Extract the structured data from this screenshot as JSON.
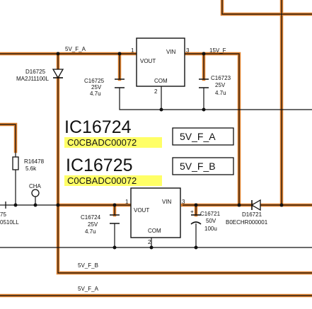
{
  "colors": {
    "wire": "#111111",
    "highlight": "#e0802c",
    "ic_code_bg": "#ffff66",
    "background": "#ffffff"
  },
  "nets": {
    "n1": "5V_F_A",
    "n2": "15V_F",
    "n3": "5V_F_B",
    "n4": "5V_F_A"
  },
  "regulator_top": {
    "vin": "VIN",
    "vout": "VOUT",
    "com": "COM",
    "p1": "1",
    "p2": "2",
    "p3": "3"
  },
  "regulator_bottom": {
    "vin": "VIN",
    "vout": "VOUT",
    "com": "COM",
    "p1": "1",
    "p2": "2",
    "p3": "3"
  },
  "d16725": {
    "ref": "D16725",
    "part": "MA2J11100L"
  },
  "c16725": {
    "ref": "C16725",
    "v": "25V",
    "c": "4.7u"
  },
  "c16723": {
    "ref": "C16723",
    "v": "25V",
    "c": "4.7u"
  },
  "c16724": {
    "ref": "C16724",
    "v": "25V",
    "c": "4.7u"
  },
  "c16721": {
    "ref": "C16721",
    "v": "50V",
    "c": "100u",
    "plus": "+"
  },
  "d16721": {
    "ref": "D16721",
    "part": "B0ECHR000001"
  },
  "r16478": {
    "ref": "R16478",
    "val": "5.6k"
  },
  "cha": {
    "label": "CHA"
  },
  "partial": {
    "ref": "75",
    "part": "0510LL"
  },
  "ic16724": {
    "name": "IC16724",
    "code": "C0CBADC00072",
    "tag": "5V_F_A"
  },
  "ic16725": {
    "name": "IC16725",
    "code": "C0CBADC00072",
    "tag": "5V_F_B"
  }
}
